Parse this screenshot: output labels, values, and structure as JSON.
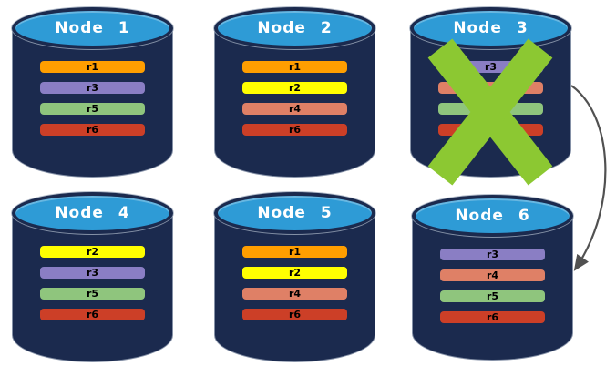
{
  "diagram": {
    "description": "Replica distribution across database nodes with a failed node re-replicating to another node"
  },
  "colors": {
    "cylinder_body": "#1B2A4E",
    "cylinder_top": "#2E9BD6",
    "cylinder_edge": "rgba(160,172,190,0.8)",
    "node_label_color": "#FFFFFF",
    "bar_label_color": "#000000",
    "failure_x": "#8CC832",
    "arrow": "#515151",
    "replica_colors": {
      "r1": "#FF9E00",
      "r2": "#FFFF00",
      "r3": "#8A7EC4",
      "r4": "#DF8066",
      "r5": "#8FC57D",
      "r6": "#CC3F27"
    }
  },
  "nodes": [
    {
      "label": "Node 1",
      "replicas": [
        "r1",
        "r3",
        "r5",
        "r6"
      ],
      "failed": false
    },
    {
      "label": "Node 2",
      "replicas": [
        "r1",
        "r2",
        "r4",
        "r6"
      ],
      "failed": false
    },
    {
      "label": "Node 3",
      "replicas": [
        "r3",
        "r4",
        "r5",
        "r6"
      ],
      "failed": true
    },
    {
      "label": "Node 4",
      "replicas": [
        "r2",
        "r3",
        "r5",
        "r6"
      ],
      "failed": false
    },
    {
      "label": "Node 5",
      "replicas": [
        "r1",
        "r2",
        "r4",
        "r6"
      ],
      "failed": false
    },
    {
      "label": "Node 6",
      "replicas": [
        "r3",
        "r4",
        "r5",
        "r6"
      ],
      "failed": false
    }
  ],
  "failure_overlay": {
    "node": "Node 3",
    "icon": "x-mark"
  },
  "arrow": {
    "from": "Node 3",
    "to": "Node 6"
  }
}
